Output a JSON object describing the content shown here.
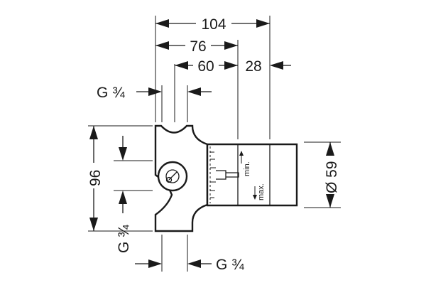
{
  "dimensions": {
    "overall_length": "104",
    "length_76": "76",
    "length_60": "60",
    "length_28": "28",
    "height": "96",
    "diameter": "Ø 59"
  },
  "connections": {
    "top_label": "G ¾",
    "left_label": "G ¾",
    "bottom_label": "G ¾"
  },
  "annotations": {
    "min_label": "min.",
    "max_label": "max."
  }
}
